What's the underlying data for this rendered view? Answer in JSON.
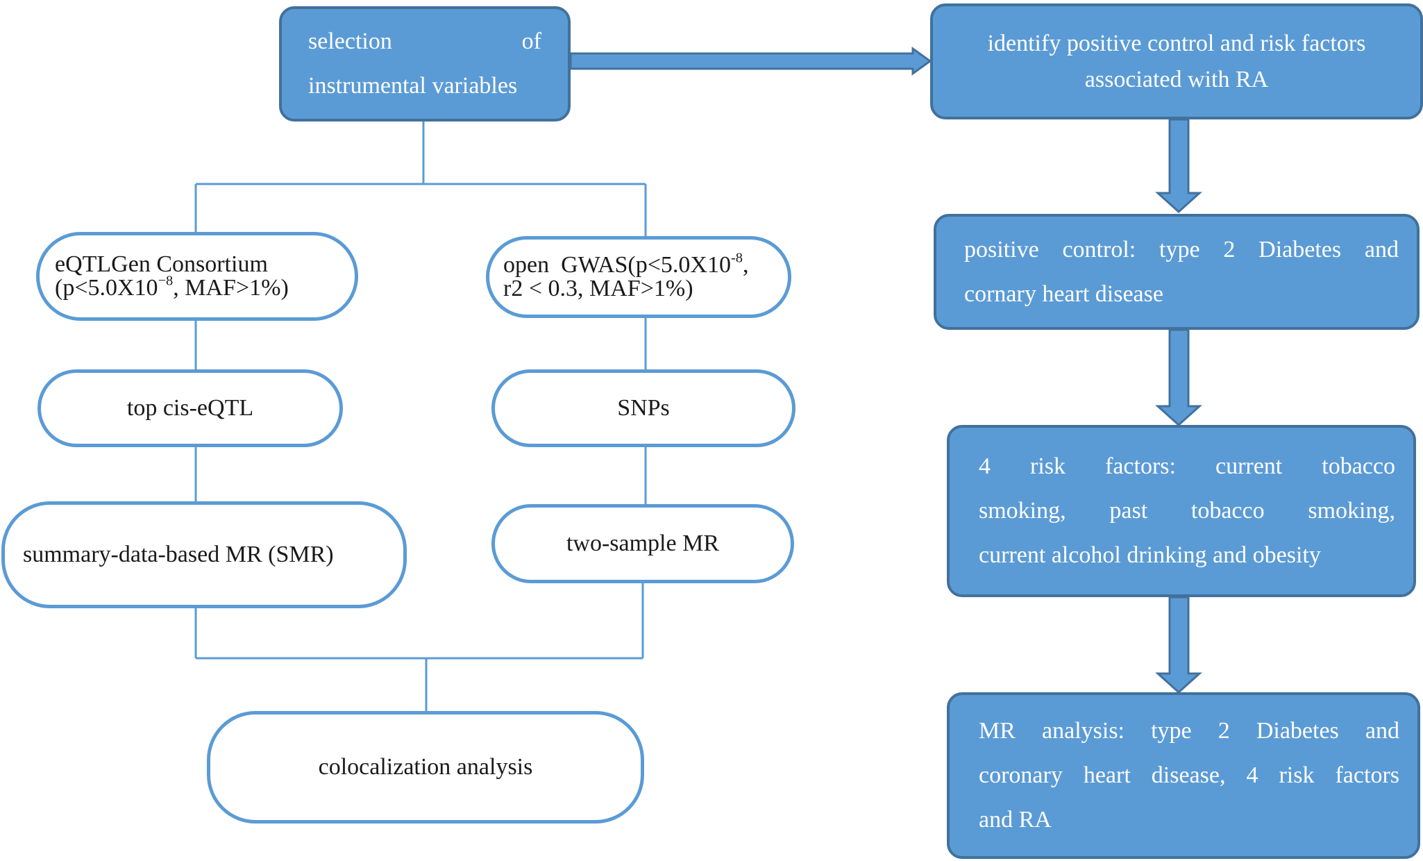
{
  "left": {
    "selection": {
      "line1_a": "selection",
      "line1_b": "of",
      "line2": "instrumental variables"
    },
    "eqtlgen": {
      "line1": "eQTLGen Consortium",
      "line2_pre": "(p<5.0X10",
      "line2_sup": "−8",
      "line2_post": ", MAF>1%)"
    },
    "gwas": {
      "line1_a": "open",
      "line1_b": "GWAS(p<5.0X10",
      "line1_sup": "-8",
      "line1_post": ",",
      "line2": "r2 < 0.3, MAF>1%)"
    },
    "cis_eqtl": "top cis-eQTL",
    "snps": "SNPs",
    "smr": "summary-data-based MR (SMR)",
    "two_sample": "two-sample MR",
    "coloc": "colocalization analysis"
  },
  "right": {
    "identify": {
      "line1": "identify positive control and risk factors",
      "line2": "associated with RA"
    },
    "positive": {
      "line1": "positive control: type 2 Diabetes and",
      "line2": "cornary heart disease"
    },
    "risk": {
      "line1": "4 risk factors: current tobacco",
      "line2": "smoking, past tobacco smoking,",
      "line3": "current alcohol drinking and obesity"
    },
    "mr": {
      "line1": "MR analysis: type 2 Diabetes and",
      "line2": "coronary heart disease, 4 risk factors",
      "line3": "and RA"
    }
  },
  "colors": {
    "box_fill": "#5b9bd5",
    "box_border": "#41719c",
    "line": "#5b9bd5",
    "text_dark": "#1a1a1a",
    "text_light": "#ffffff"
  }
}
